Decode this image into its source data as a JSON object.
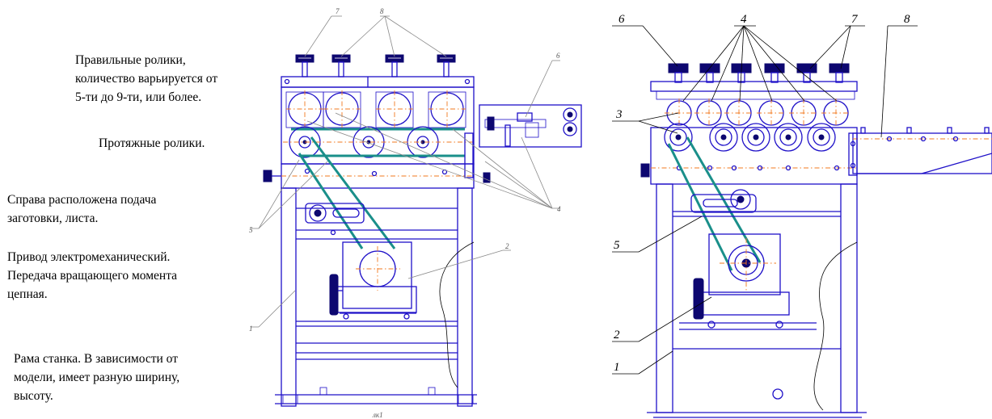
{
  "notes": {
    "rollers_straightening": [
      "Правильные ролики,",
      "количество варьируется от",
      "5-ти до 9-ти, или более."
    ],
    "rollers_feed": [
      "Протяжные ролики."
    ],
    "feed_right": [
      "Справа расположена подача",
      "заготовки, листа."
    ],
    "drive": [
      "Привод электромеханический.",
      "Передача вращающего момента",
      "цепная."
    ],
    "frame": [
      "Рама станка. В зависимости от",
      "модели, имеет разную ширину,",
      "высоту."
    ]
  },
  "left_callouts": [
    "7",
    "8",
    "6",
    "4",
    "5",
    "2",
    "1"
  ],
  "left_sheet_label": "лк1",
  "right_callouts": [
    "6",
    "4",
    "7",
    "8",
    "3",
    "5",
    "2",
    "1"
  ]
}
